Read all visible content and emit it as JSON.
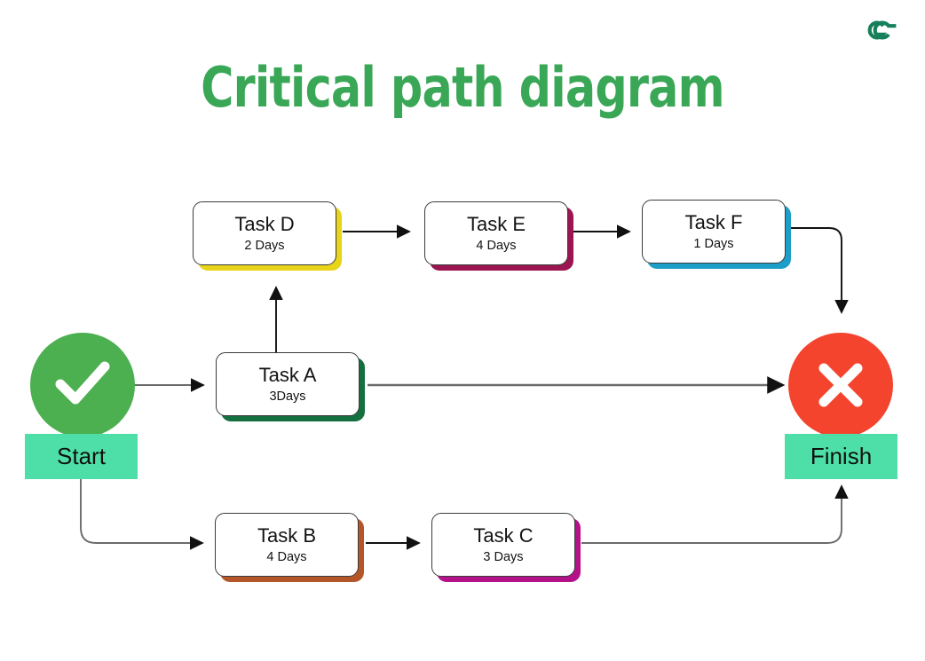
{
  "page": {
    "title": "Critical path diagram",
    "title_color": "#3aa757",
    "background": "#ffffff"
  },
  "logo": {
    "name": "geeksforgeeks-logo",
    "color": "#16805a"
  },
  "diagram": {
    "type": "critical-path-network",
    "start": {
      "label": "Start",
      "icon": "check-icon",
      "circle_color": "#4caf50",
      "label_bg": "#4ddfa7",
      "icon_color": "#ffffff"
    },
    "finish": {
      "label": "Finish",
      "icon": "cross-icon",
      "circle_color": "#f4442e",
      "label_bg": "#4ddfa7",
      "icon_color": "#ffffff"
    },
    "tasks": [
      {
        "id": "A",
        "name": "Task A",
        "days": "3Days",
        "accent": "#14703f"
      },
      {
        "id": "B",
        "name": "Task B",
        "days": "4 Days",
        "accent": "#b5562a"
      },
      {
        "id": "C",
        "name": "Task C",
        "days": "3 Days",
        "accent": "#b5128a"
      },
      {
        "id": "D",
        "name": "Task D",
        "days": "2 Days",
        "accent": "#e8d418"
      },
      {
        "id": "E",
        "name": "Task E",
        "days": "4 Days",
        "accent": "#9b1550"
      },
      {
        "id": "F",
        "name": "Task F",
        "days": "1 Days",
        "accent": "#1d9ec9"
      }
    ],
    "edges": [
      {
        "from": "Start",
        "to": "Task A"
      },
      {
        "from": "Start",
        "to": "Task B"
      },
      {
        "from": "Task A",
        "to": "Task D"
      },
      {
        "from": "Task A",
        "to": "Finish"
      },
      {
        "from": "Task D",
        "to": "Task E"
      },
      {
        "from": "Task E",
        "to": "Task F"
      },
      {
        "from": "Task F",
        "to": "Finish"
      },
      {
        "from": "Task B",
        "to": "Task C"
      },
      {
        "from": "Task C",
        "to": "Finish"
      }
    ],
    "connector_color": "#6b6b6b",
    "arrow_color": "#111111"
  }
}
